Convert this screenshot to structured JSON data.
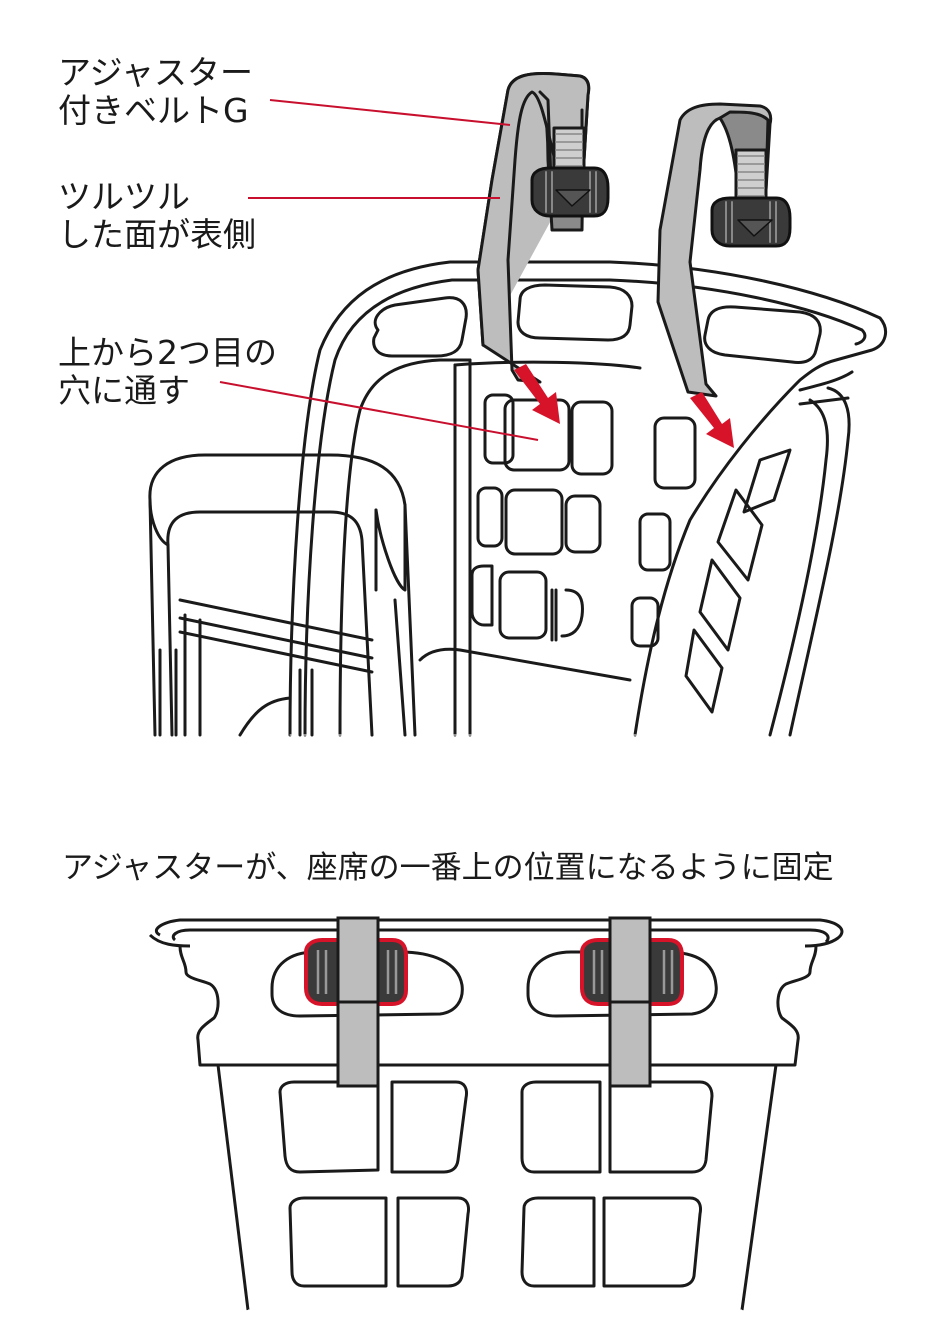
{
  "labels": {
    "belt": [
      "アジャスター",
      "付きベルトG"
    ],
    "smooth_side": [
      "ツルツル",
      "した面が表側"
    ],
    "hole": [
      "上から2つ目の",
      "穴に通す"
    ]
  },
  "caption": "アジャスターが、座席の一番上の位置になるように固定",
  "colors": {
    "line": "#1a1a1a",
    "belt_fill": "#bdbdbd",
    "belt_inner": "#8a8a8a",
    "leader": "#c8102e",
    "arrow": "#d7132a",
    "buckle": "#3a3a3a",
    "highlight": "#d7132a"
  },
  "icons": [
    "belt-icon",
    "adjuster-buckle-icon",
    "arrow-icon",
    "seat-back-icon",
    "handle-bar-icon"
  ]
}
